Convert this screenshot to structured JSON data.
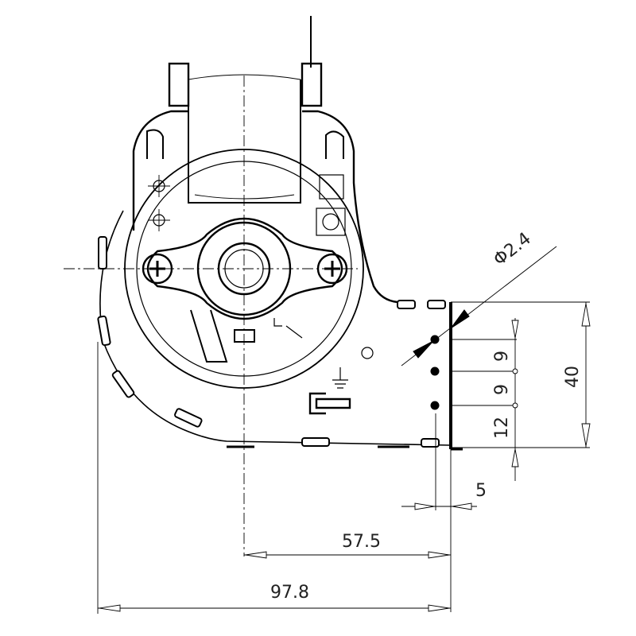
{
  "drawing": {
    "title": "Fan motor blower housing dimension drawing",
    "dimensions": {
      "hole_diameter": "Φ2.4",
      "hole_spacing_1": "9",
      "hole_spacing_2": "9",
      "hole_offset_bottom": "12",
      "flange_height": "40",
      "hole_inset": "5",
      "axis_to_flange": "57.5",
      "overall_width": "97.8"
    }
  }
}
